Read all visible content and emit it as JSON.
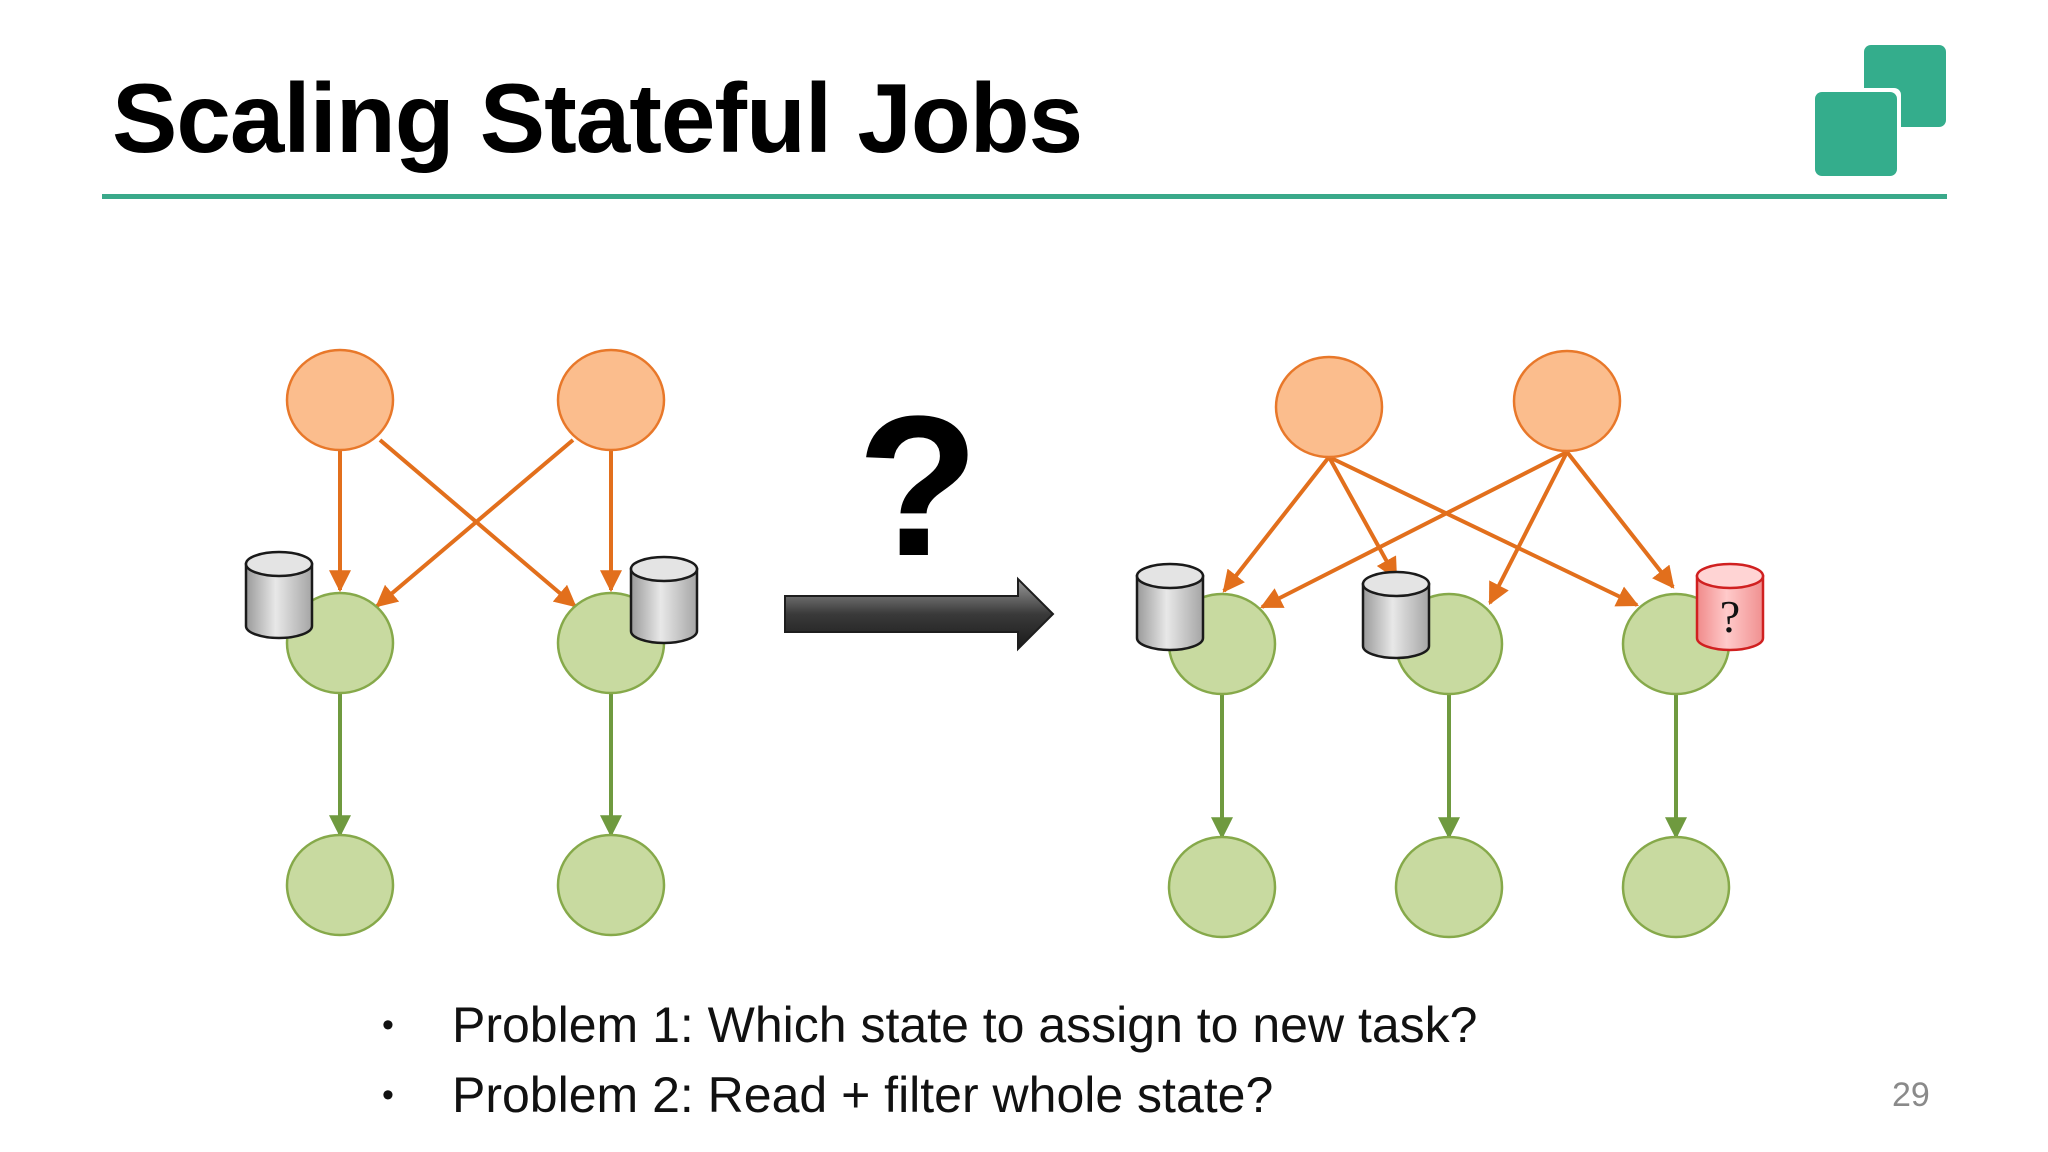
{
  "slide": {
    "title": "Scaling Stateful Jobs",
    "page_number": "29",
    "accent_color": "#3aa98a"
  },
  "logo": {
    "icon": "two-overlapping-squares-logo",
    "color": "#34ad8c"
  },
  "diagram": {
    "question_mark": "?",
    "unknown_state_label": "?",
    "colors": {
      "source_fill": "#fbbd8d",
      "source_stroke": "#e8782a",
      "task_fill": "#c8daa0",
      "task_stroke": "#86a94a",
      "source_edge": "#e26f1c",
      "task_edge": "#6f9a3f",
      "state_gray": "#cfcfcf",
      "state_new": "#f7a7a7"
    }
  },
  "bullets": [
    "Problem 1: Which state to assign to new task?",
    "Problem 2: Read + filter whole state?"
  ]
}
